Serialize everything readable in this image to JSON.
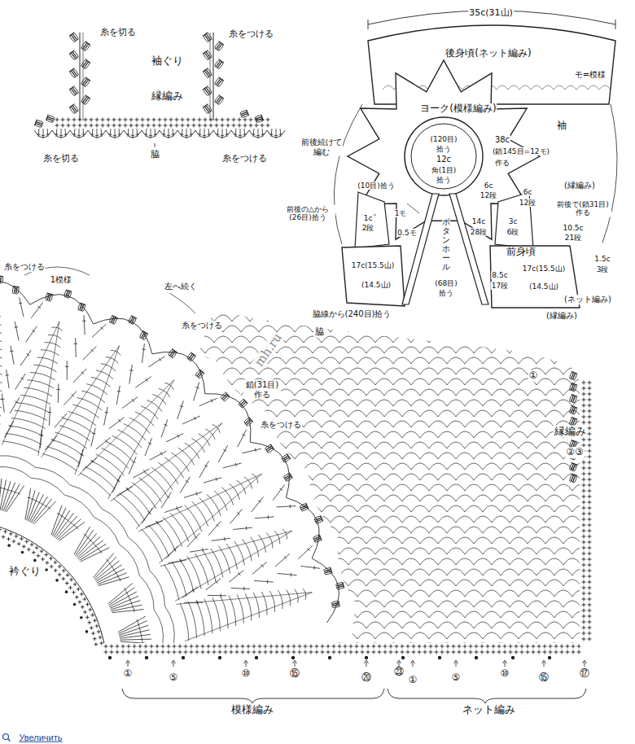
{
  "diagram": {
    "labels": [
      "糸を切る",
      "糸をつける",
      "袖ぐり",
      "縁編み",
      "糸を切る",
      "糸をつける",
      "脇",
      "35c(31山)",
      "後身頃(ネット編み)",
      "モ=模様",
      "ヨーク(模様編み)",
      "袖",
      "(120目)",
      "拾う",
      "12c",
      "角(1目)",
      "拾う",
      "38c",
      "(鎖145目=12モ)",
      "作る",
      "前後続けて編む",
      "(10目)拾う",
      "前後の△から(26目)拾う",
      "1c",
      "2段",
      "1モ",
      "0.5モ",
      "ボタンホール",
      "(68目)",
      "拾う",
      "6c",
      "12段",
      "14c",
      "28段",
      "3c",
      "6段",
      "6c",
      "12段",
      "(縁編み)",
      "前後で(鎖31目)作る",
      "10.5c",
      "21段",
      "1.5c",
      "3段",
      "前身頃",
      "17c(15.5山)",
      "(14.5山)",
      "17c(15.5山)",
      "(14.5山)",
      "(ネット編み)",
      "(縁編み)",
      "8.5c",
      "17段",
      "脇線から(240目)拾う",
      "糸をつける",
      "1模様",
      "左へ続く",
      "糸をつける",
      "脇",
      "鎖(31目)作る",
      "糸をつける",
      "mh.ru",
      "①",
      "縁編み",
      "②③",
      "衿ぐり",
      "①",
      "⑤",
      "⑩",
      "⑮",
      "⑳",
      "㉓",
      "①",
      "⑤",
      "⑩",
      "⑮",
      "⑰",
      "模様編み",
      "ネット編み",
      "Увеличить"
    ]
  }
}
